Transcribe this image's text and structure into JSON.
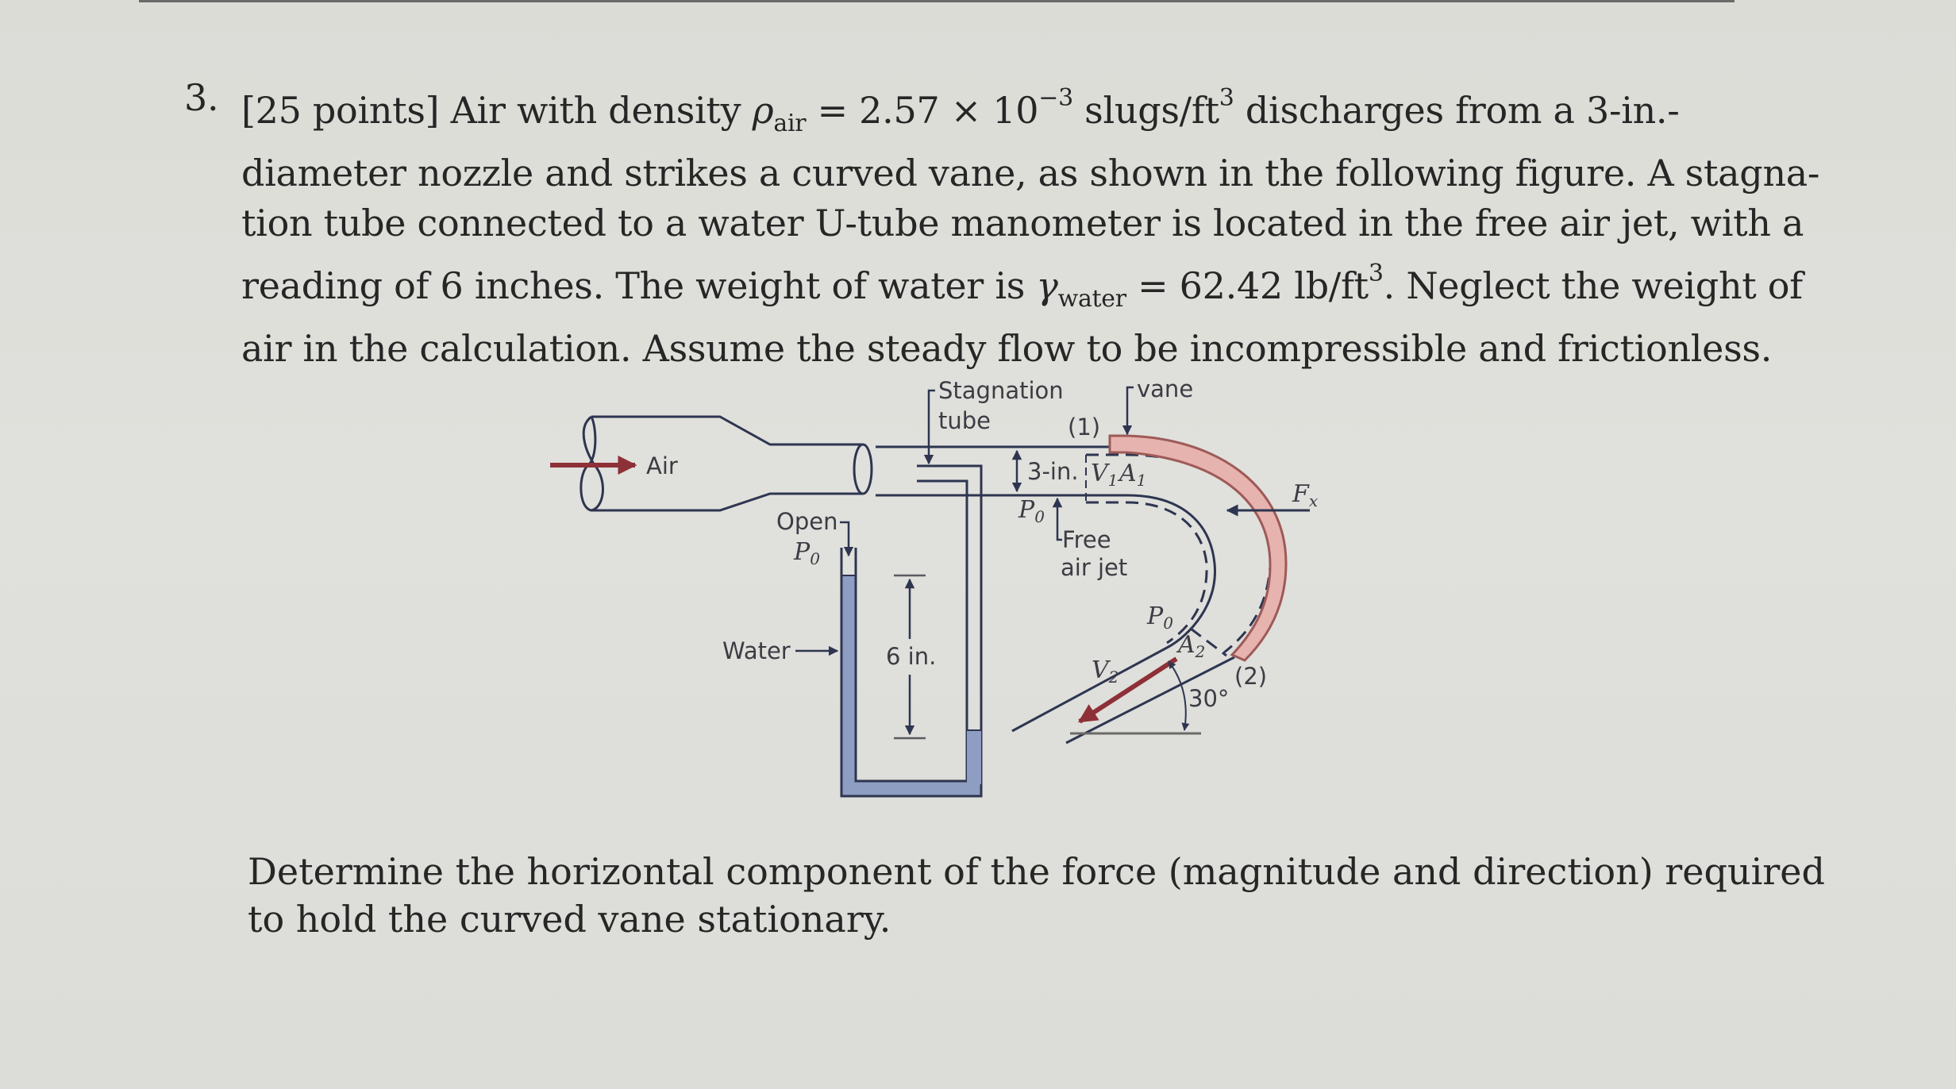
{
  "problem": {
    "number": "3.",
    "lines": [
      [
        "[25 points] Air with density ",
        "ρ",
        "air",
        " = 2.57 × 10",
        "−3",
        " slugs/ft",
        "3",
        " discharges from a 3-in.-"
      ],
      "diameter nozzle and strikes a curved vane, as shown in the following figure. A stagna-",
      "tion tube connected to a water U-tube manometer is located in the free air jet, with a",
      [
        "reading of 6 inches. The weight of water is ",
        "γ",
        "water",
        " = 62.42 lb/ft",
        "3",
        ". Neglect the weight of"
      ],
      "air in the calculation. Assume the steady flow to be incompressible and frictionless."
    ],
    "points": "25 points",
    "given": {
      "rho_air": "2.57 × 10^-3 slugs/ft^3",
      "nozzle_diameter": "3-in.",
      "manometer_reading": "6 inches",
      "gamma_water": "62.42 lb/ft^3"
    }
  },
  "figure": {
    "labels": {
      "air": "Air",
      "stagnation_1": "Stagnation",
      "stagnation_2": "tube",
      "vane": "vane",
      "section1": "(1)",
      "diameter": "3-in.",
      "v1": "V",
      "v1_sub": "1",
      "a1": "A",
      "a1_sub": "1",
      "p0_jet": "P",
      "p0_jet_sub": "0",
      "free_1": "Free",
      "free_2": "air jet",
      "open": "Open",
      "open_p": "P",
      "open_p_sub": "0",
      "water": "Water",
      "height": "6 in.",
      "fx": "F",
      "fx_sub": "x",
      "p0_exit": "P",
      "p0_exit_sub": "0",
      "a2": "A",
      "a2_sub": "2",
      "v2": "V",
      "v2_sub": "2",
      "section2": "(2)",
      "angle": "30°"
    },
    "colors": {
      "line": "#2e3550",
      "vane_fill": "#e6b3ae",
      "vane_stroke": "#9e5a58",
      "water_fill": "#8e9dc2",
      "arrow_red": "#8e3037"
    }
  },
  "question": {
    "lines": [
      "Determine the horizontal component of the force (magnitude and direction) required",
      "to hold the curved vane stationary."
    ]
  }
}
